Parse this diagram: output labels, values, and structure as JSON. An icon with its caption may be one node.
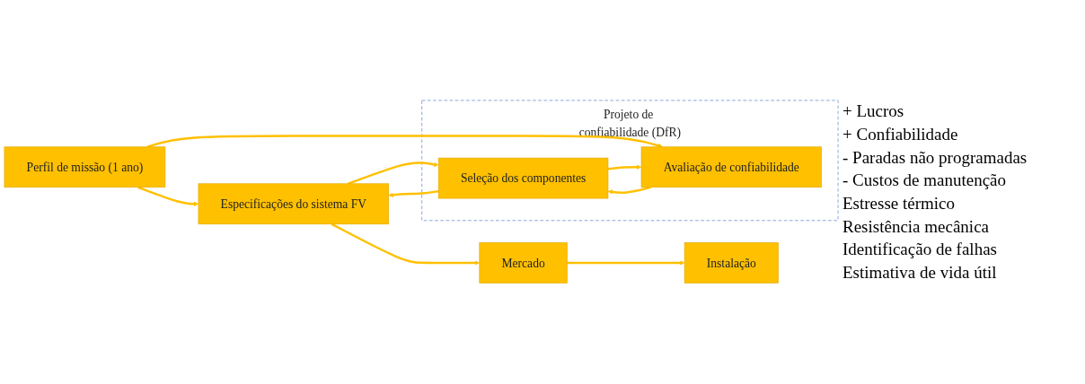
{
  "diagram": {
    "nodes": [
      {
        "text": [
          "Perfil de missão (1 ano)"
        ]
      },
      {
        "text": [
          "Especificações do sistema FV"
        ]
      },
      {
        "text": [
          "Mercado"
        ]
      },
      {
        "text": [
          "Instalação"
        ]
      },
      {
        "text": [
          "Projeto de confiabilidade (DfR)"
        ]
      },
      {
        "text": [
          "Avaliação de confiabilidade"
        ],
        "in": 4
      },
      {
        "text": [
          "Seleção dos componentes"
        ],
        "in": 4
      }
    ],
    "edges": [
      {
        "from": 0,
        "to": 1,
        "arrow": "to"
      },
      {
        "from": 1,
        "to": 2,
        "arrow": "to"
      },
      {
        "from": 2,
        "to": 3,
        "arrow": "to"
      },
      {
        "from": 0,
        "to": 5,
        "arrow": "to"
      },
      {
        "from": 1,
        "to": 6,
        "arrow": "to"
      },
      {
        "from": 6,
        "to": 1,
        "arrow": "to"
      },
      {
        "from": 5,
        "to": 6,
        "arrow": "to"
      },
      {
        "from": 6,
        "to": 5,
        "arrow": "to"
      }
    ],
    "labels": [
      "+ Lucros",
      "+ Confiabilidade",
      "- Paradas não programadas",
      "- Custos de manutenção",
      "Estresse térmico",
      "Resistência mecânica",
      "Identificação de falhas",
      "Estimativa de vida útil"
    ]
  }
}
